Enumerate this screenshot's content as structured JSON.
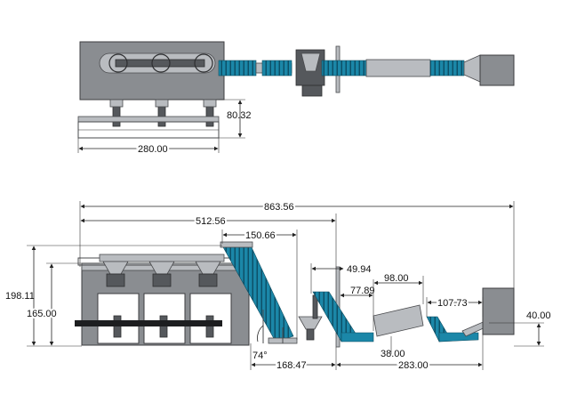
{
  "drawing": {
    "top_view": {
      "dimensions": [
        {
          "id": "height_top",
          "value": "80.32"
        },
        {
          "id": "length_top",
          "value": "280.00"
        }
      ]
    },
    "side_view": {
      "dimensions": [
        {
          "id": "overall_length",
          "value": "863.56"
        },
        {
          "id": "to_conveyor",
          "value": "512.56"
        },
        {
          "id": "incline_top",
          "value": "150.66"
        },
        {
          "id": "height_overall",
          "value": "198.11"
        },
        {
          "id": "height_hopper",
          "value": "165.00"
        },
        {
          "id": "angle",
          "value": "74°"
        },
        {
          "id": "incline_base",
          "value": "168.47"
        },
        {
          "id": "upper_offset",
          "value": "49.94"
        },
        {
          "id": "mid_conveyor",
          "value": "77.89"
        },
        {
          "id": "drum_length",
          "value": "98.00"
        },
        {
          "id": "last_conveyor",
          "value": "107.73"
        },
        {
          "id": "discharge_height",
          "value": "40.00"
        },
        {
          "id": "low_height",
          "value": "38.00"
        },
        {
          "id": "rear_length",
          "value": "283.00"
        }
      ]
    },
    "colors": {
      "machine_gray": "#8a8d91",
      "conveyor_blue": "#1b87a8",
      "line": "#222222"
    }
  }
}
